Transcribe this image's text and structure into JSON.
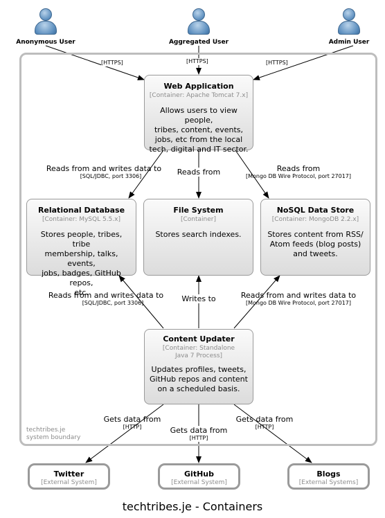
{
  "people": [
    {
      "name": "Anonymous User"
    },
    {
      "name": "Aggregated User"
    },
    {
      "name": "Admin User"
    }
  ],
  "boundary_label": [
    "techtribes.je",
    "system boundary"
  ],
  "containers": {
    "web_app": {
      "title": "Web Application",
      "type": "[Container: Apache Tomcat 7.x]",
      "desc": [
        "Allows users to view people,",
        "tribes, content, events,",
        "jobs, etc from the local",
        "tech, digital and IT sector."
      ]
    },
    "relational_db": {
      "title": "Relational Database",
      "type": "[Container: MySQL 5.5.x]",
      "desc": [
        "Stores people, tribes, tribe",
        "membership, talks, events,",
        "jobs, badges, GitHub repos,",
        "etc."
      ]
    },
    "file_system": {
      "title": "File System",
      "type": "[Container]",
      "desc": [
        "Stores search indexes."
      ]
    },
    "nosql": {
      "title": "NoSQL Data Store",
      "type": "[Container: MongoDB 2.2.x]",
      "desc": [
        "Stores content from RSS/",
        "Atom feeds (blog posts)",
        "and tweets."
      ]
    },
    "updater": {
      "title": "Content Updater",
      "type": [
        "[Container: Standalone",
        "Java 7 Process]"
      ],
      "desc": [
        "Updates profiles, tweets,",
        "GitHub repos and content",
        "on a scheduled basis."
      ]
    }
  },
  "external_systems": [
    {
      "title": "Twitter",
      "type": "[External System]"
    },
    {
      "title": "GitHub",
      "type": "[External System]"
    },
    {
      "title": "Blogs",
      "type": "[External Systems]"
    }
  ],
  "edge_labels": {
    "anon_https": "[HTTPS]",
    "agg_https": "[HTTPS]",
    "admin_https": "[HTTPS]",
    "web_to_db": {
      "main": "Reads from and writes data to",
      "sub": "[SQL/JDBC, port 3306]"
    },
    "web_to_fs": {
      "main": "Reads from"
    },
    "web_to_nosql": {
      "main": "Reads from",
      "sub": "[Mongo DB Wire Protocol, port 27017]"
    },
    "upd_to_db": {
      "main": "Reads from and writes data to",
      "sub": "[SQL/JDBC, port 3306]"
    },
    "upd_to_fs": {
      "main": "Writes to"
    },
    "upd_to_nosql": {
      "main": "Reads from and writes data to",
      "sub": "[Mongo DB Wire Protocol, port 27017]"
    },
    "upd_to_twitter": {
      "main": "Gets data from",
      "sub": "[HTTP]"
    },
    "upd_to_github": {
      "main": "Gets data from",
      "sub": "[HTTP]"
    },
    "upd_to_blogs": {
      "main": "Gets data from",
      "sub": "[HTTP]"
    }
  },
  "caption": "techtribes.je - Containers"
}
